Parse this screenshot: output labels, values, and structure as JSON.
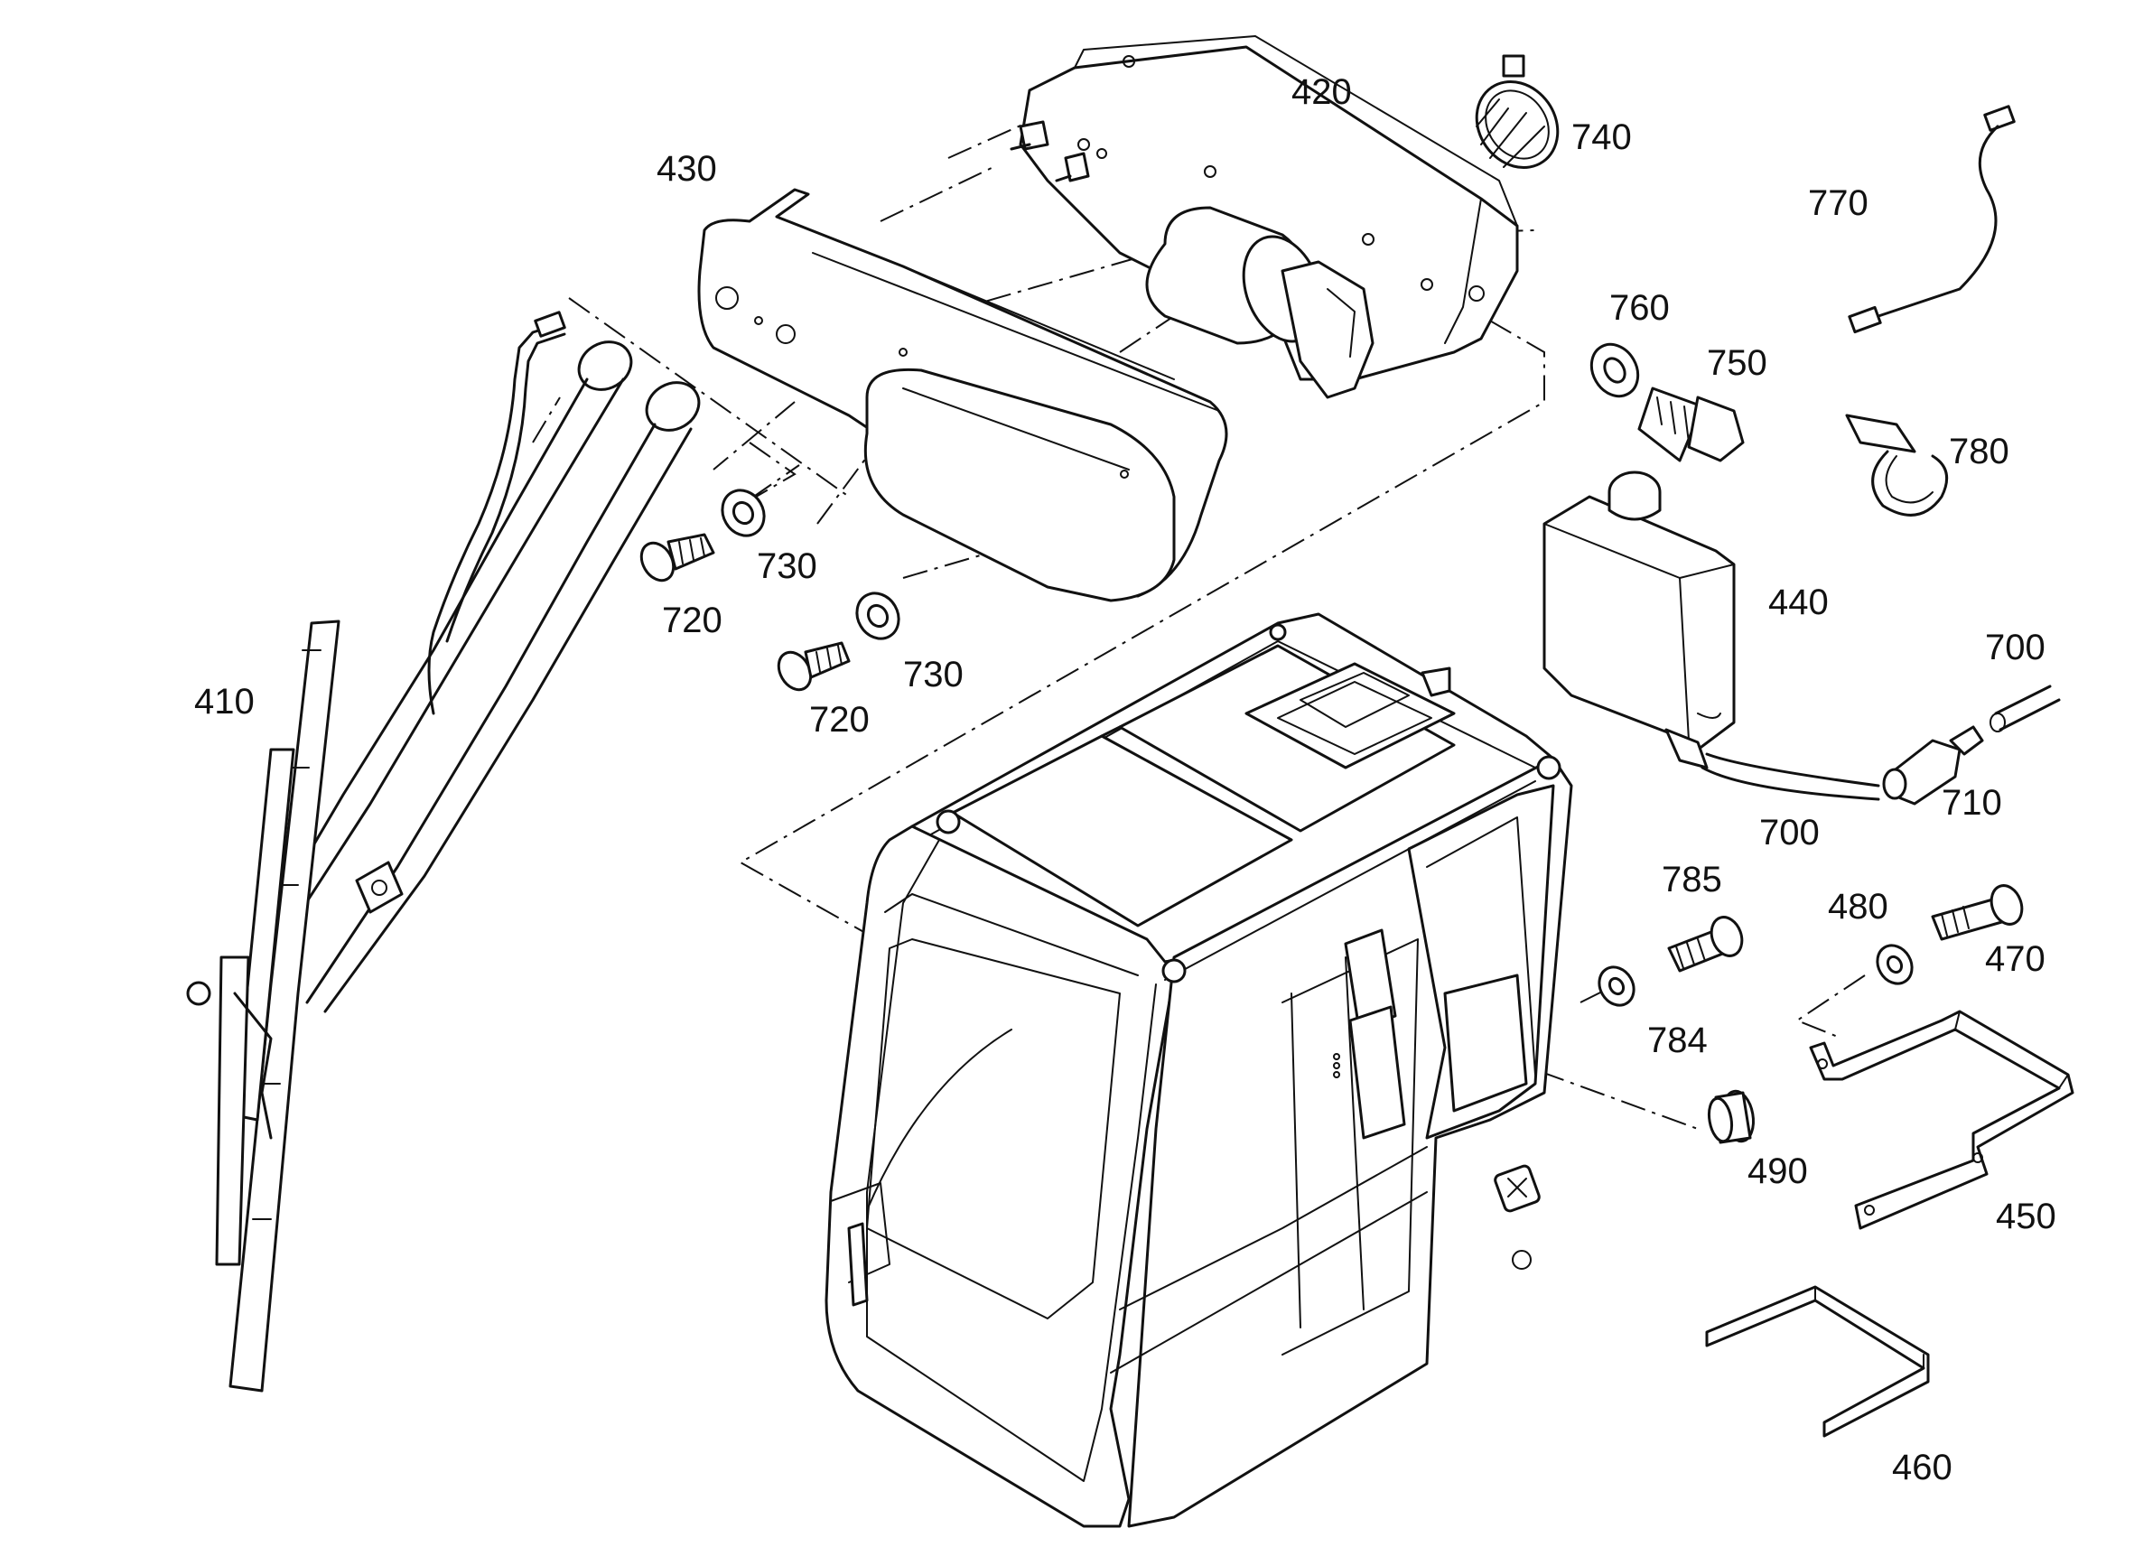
{
  "callouts": {
    "p420": "420",
    "p740": "740",
    "p430": "430",
    "p770": "770",
    "p760": "760",
    "p750": "750",
    "p780": "780",
    "p730a": "730",
    "p720a": "720",
    "p730b": "730",
    "p720b": "720",
    "p440": "440",
    "p700a": "700",
    "p410": "410",
    "p710": "710",
    "p700b": "700",
    "p785": "785",
    "p480": "480",
    "p470": "470",
    "p784": "784",
    "p490": "490",
    "p450": "450",
    "p460": "460"
  }
}
